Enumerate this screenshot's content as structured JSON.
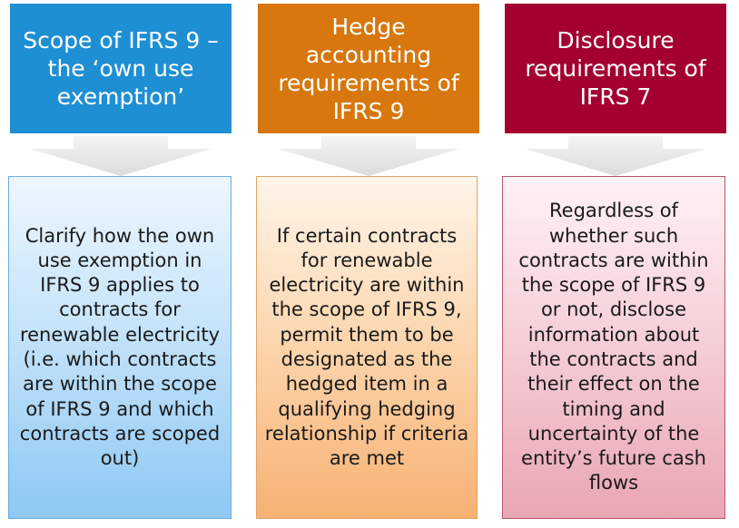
{
  "columns": [
    {
      "header": "Scope of IFRS 9 – the ‘own use exemption’",
      "body": "Clarify how the own use exemption in IFRS 9 applies to contracts for renewable electricity (i.e. which contracts are within the scope of IFRS 9 and which contracts are scoped out)",
      "header_color": "#1f8fd4"
    },
    {
      "header": "Hedge accounting requirements of IFRS 9",
      "body": "If certain contracts for renewable electricity are within the scope of IFRS 9, permit them to be designated as the hedged item in a qualifying hedging relationship if criteria are met",
      "header_color": "#d7770d"
    },
    {
      "header": "Disclosure requirements of IFRS 7",
      "body": "Regardless of whether such contracts are within the scope of IFRS 9 or not, disclose information about the contracts and their effect on the timing and uncertainty of the entity’s future cash flows",
      "header_color": "#a4002f"
    }
  ]
}
